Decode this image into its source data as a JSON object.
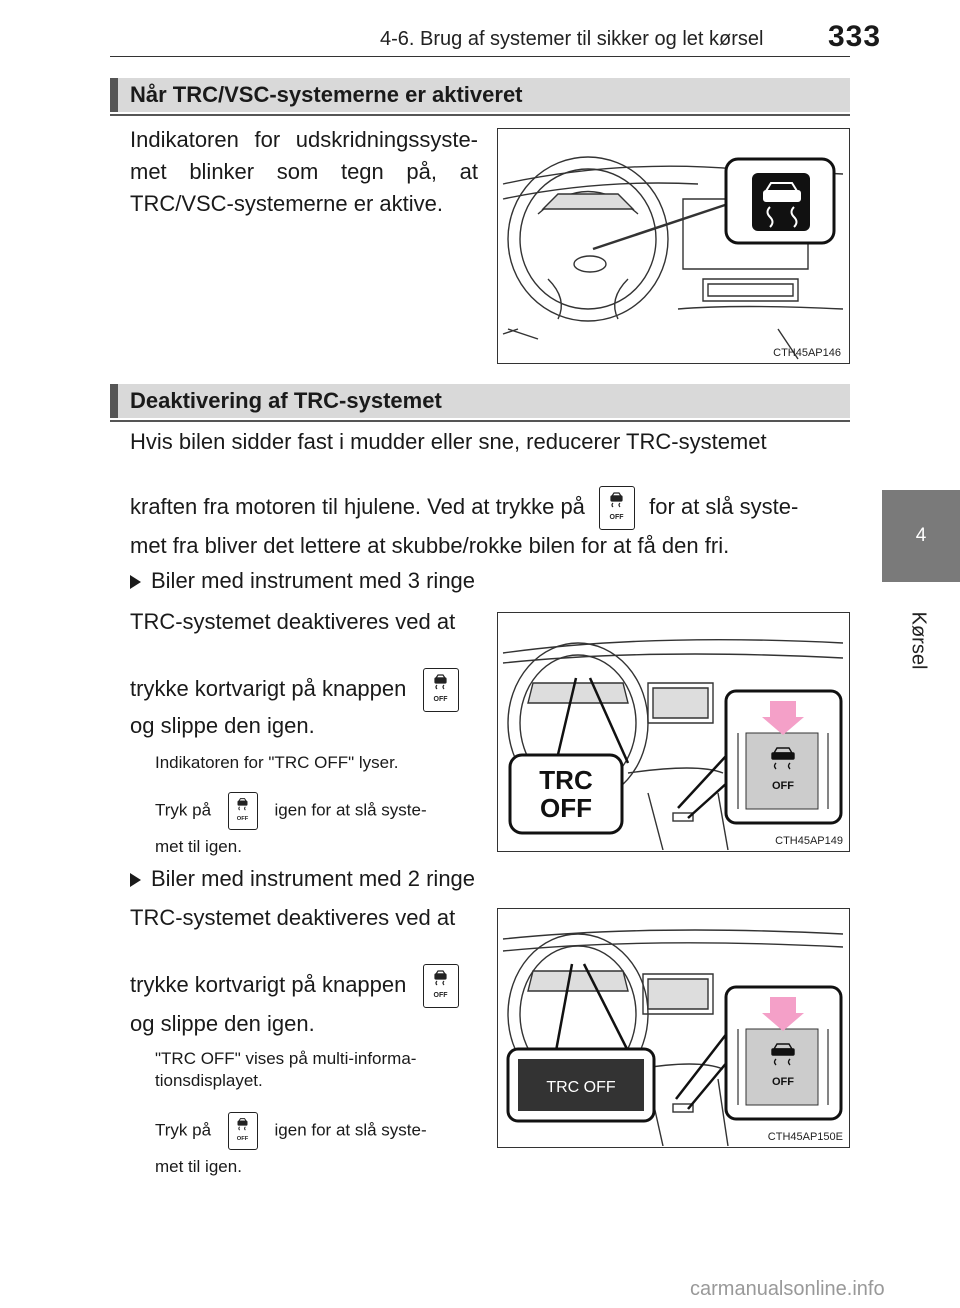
{
  "header": {
    "title": "4-6. Brug af systemer til sikker og let kørsel",
    "page_number": "333"
  },
  "side_tab": {
    "chapter_number": "4",
    "chapter_label": "Kørsel"
  },
  "section1": {
    "heading": "Når TRC/VSC-systemerne er aktiveret",
    "text": "Indikatoren for udskridningssyste-met blinker som tegn på, at TRC/VSC-systemerne er aktive.",
    "figure_code": "CTH45AP146"
  },
  "section2": {
    "heading": "Deaktivering af TRC-systemet",
    "intro_a": "Hvis bilen sidder fast i mudder eller sne, reducerer TRC-systemet",
    "intro_b_pre": "kraften fra motoren til hjulene. Ved at trykke på",
    "intro_b_post": "for at slå syste-",
    "intro_c": "met fra bliver det lettere at skubbe/rokke bilen for at få den fri.",
    "sub1": {
      "bullet": "Biler med instrument med 3 ringe",
      "line1": "TRC-systemet deaktiveres ved at",
      "line2": "trykke kortvarigt på knappen",
      "line3": "og slippe den igen.",
      "note1": "Indikatoren for \"TRC OFF\" lyser.",
      "note2_pre": "Tryk på",
      "note2_post": "igen for at slå syste-",
      "note2_end": "met til igen.",
      "figure_code": "CTH45AP149",
      "indicator_line1": "TRC",
      "indicator_line2": "OFF"
    },
    "sub2": {
      "bullet": "Biler med instrument med 2 ringe",
      "line1": "TRC-systemet deaktiveres ved at",
      "line2": "trykke kortvarigt på knappen",
      "line3": "og slippe den igen.",
      "note1a": "\"TRC OFF\" vises på multi-informa-",
      "note1b": "tionsdisplayet.",
      "note2_pre": "Tryk på",
      "note2_post": "igen for at slå syste-",
      "note2_end": "met til igen.",
      "figure_code": "CTH45AP150E",
      "display_text": "TRC OFF"
    }
  },
  "button_label": "OFF",
  "footer": {
    "watermark": "carmanualsonline.info"
  },
  "colors": {
    "section_bar": "#d9d9d9",
    "side_tab": "#7a7a7a",
    "arrow": "#f4a0c8"
  }
}
